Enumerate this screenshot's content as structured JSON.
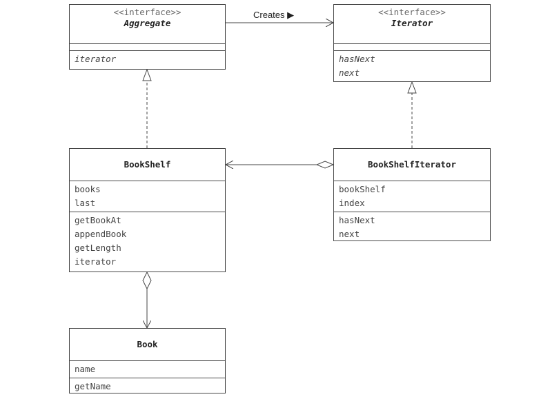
{
  "classes": {
    "aggregate": {
      "stereotype": "<<interface>>",
      "name": "Aggregate",
      "methods": [
        "iterator"
      ]
    },
    "iterator": {
      "stereotype": "<<interface>>",
      "name": "Iterator",
      "methods": [
        "hasNext",
        "next"
      ]
    },
    "bookshelf": {
      "name": "BookShelf",
      "fields": [
        "books",
        "last"
      ],
      "methods": [
        "getBookAt",
        "appendBook",
        "getLength",
        "iterator"
      ]
    },
    "bookshelf_iterator": {
      "name": "BookShelfIterator",
      "fields": [
        "bookShelf",
        "index"
      ],
      "methods": [
        "hasNext",
        "next"
      ]
    },
    "book": {
      "name": "Book",
      "fields": [
        "name"
      ],
      "methods": [
        "getName"
      ]
    }
  },
  "relations": {
    "creates_label": "Creates ▶"
  },
  "colors": {
    "line": "#444444",
    "text": "#333333",
    "background": "#ffffff"
  }
}
